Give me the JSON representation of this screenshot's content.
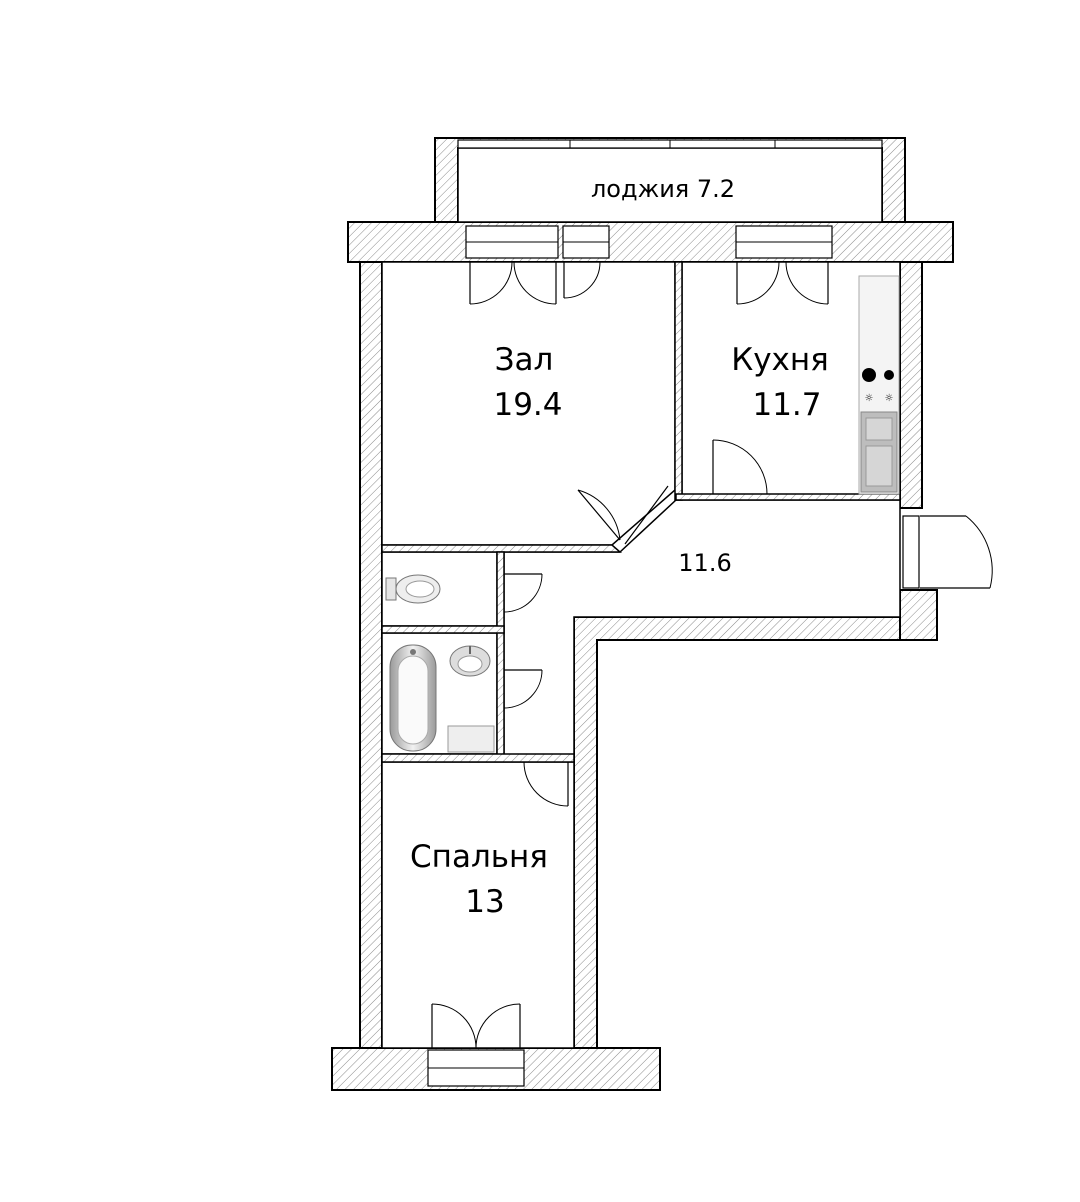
{
  "rooms": {
    "loggia": {
      "label": "лоджия 7.2"
    },
    "hall": {
      "name": "Зал",
      "area": "19.4"
    },
    "kitchen": {
      "name": "Кухня",
      "area": "11.7"
    },
    "corridor": {
      "area": "11.6"
    },
    "bedroom": {
      "name": "Спальня",
      "area": "13"
    }
  },
  "colors": {
    "wall_stroke": "#000000",
    "hatch": "#8a8a8a",
    "background": "#ffffff",
    "fixture": "#c8c8c8"
  },
  "icons": [
    "toilet-icon",
    "bathtub-icon",
    "sink-icon",
    "stove-icon",
    "kitchen-sink-icon",
    "door-icon",
    "window-icon"
  ]
}
